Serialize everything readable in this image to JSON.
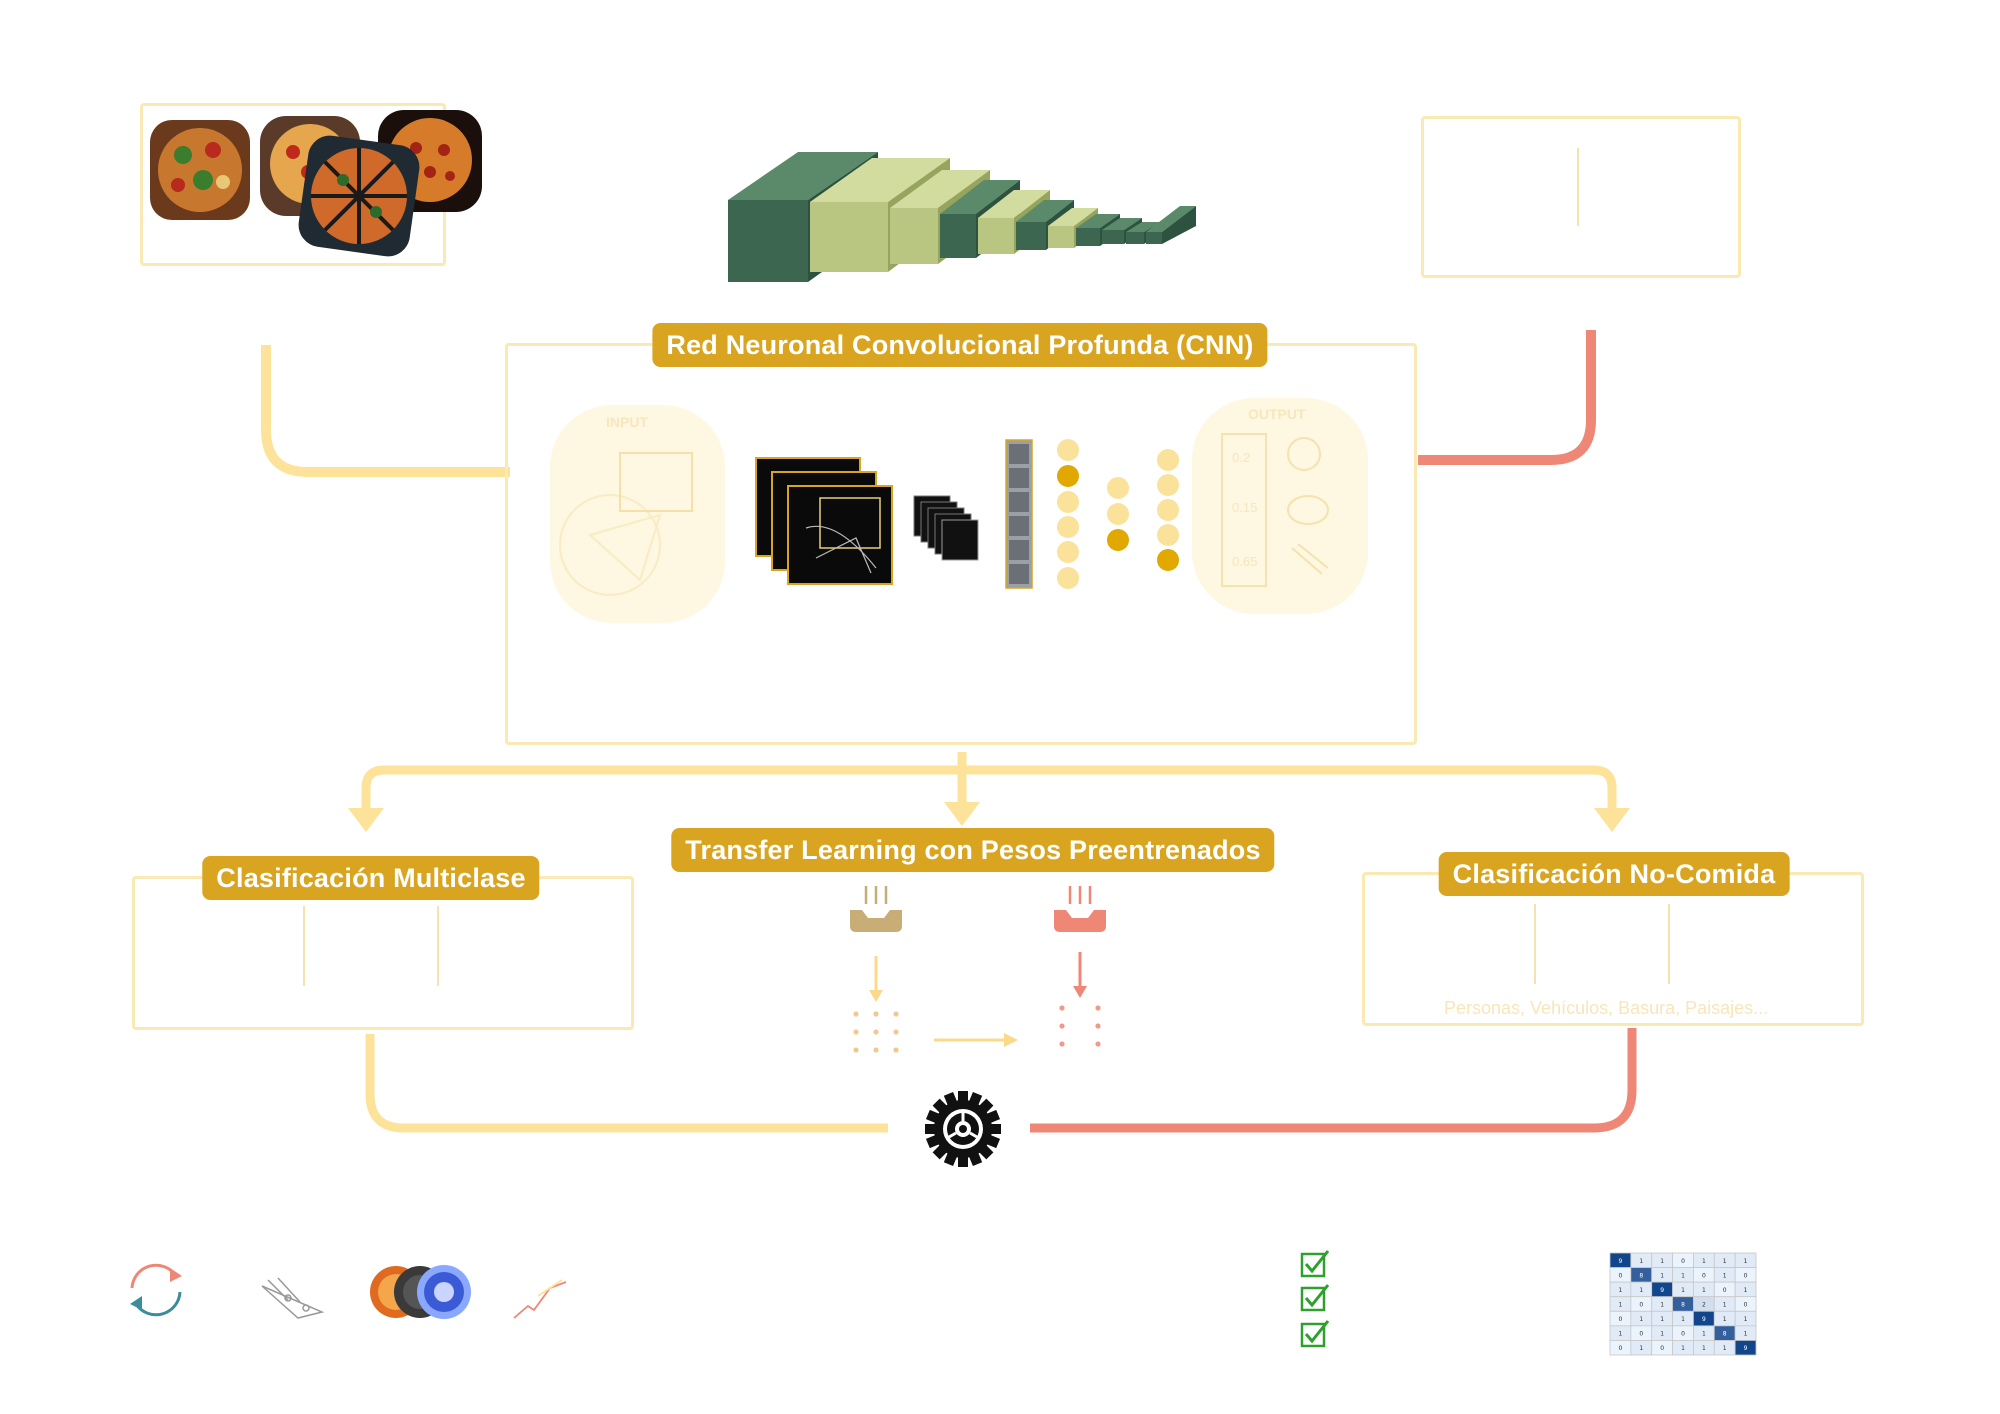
{
  "diagram": {
    "cnn_title": "Red Neuronal Convolucional Profunda (CNN)",
    "input_label": "INPUT",
    "output_label": "OUTPUT",
    "output_values": [
      "0.2",
      "0.15",
      "0.65"
    ],
    "multiclass_title": "Clasificación Multiclase",
    "transfer_title": "Transfer Learning con Pesos Preentrenados",
    "nonfood_title": "Clasificación No-Comida",
    "nonfood_examples": "Personas, Vehículos, Basura, Paisajes...",
    "confusion_matrix": [
      [
        "9",
        "1",
        "1",
        "0",
        "1",
        "1",
        "1"
      ],
      [
        "0",
        "8",
        "1",
        "1",
        "0",
        "1",
        "0"
      ],
      [
        "1",
        "1",
        "9",
        "1",
        "1",
        "0",
        "1"
      ],
      [
        "1",
        "0",
        "1",
        "8",
        "2",
        "1",
        "0"
      ],
      [
        "0",
        "1",
        "1",
        "1",
        "9",
        "1",
        "1"
      ],
      [
        "1",
        "0",
        "1",
        "0",
        "1",
        "8",
        "1"
      ],
      [
        "0",
        "1",
        "0",
        "1",
        "1",
        "1",
        "9"
      ]
    ]
  },
  "colors": {
    "gold": "#d9a521",
    "pale_yellow": "#fbe9b3",
    "flow_yellow": "#fde39a",
    "coral": "#ee8775",
    "green": "#2ea02e",
    "dark_green": "#3c6650",
    "light_green": "#b9c681"
  }
}
